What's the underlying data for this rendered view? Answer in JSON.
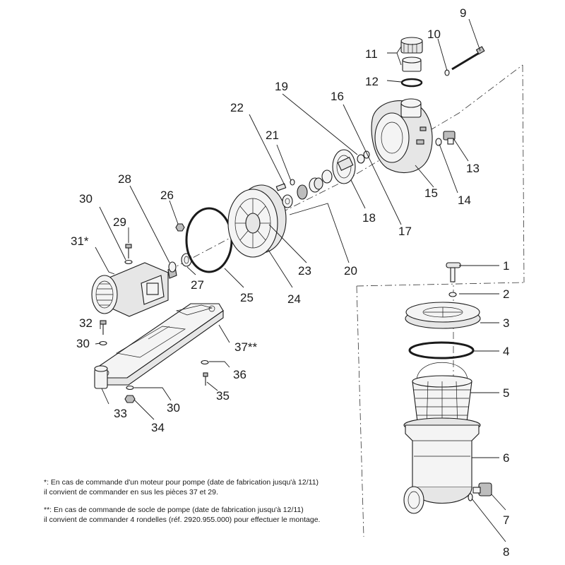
{
  "labels": {
    "n1": "1",
    "n2": "2",
    "n3": "3",
    "n4": "4",
    "n5": "5",
    "n6": "6",
    "n7": "7",
    "n8": "8",
    "n9": "9",
    "n10": "10",
    "n11": "11",
    "n12": "12",
    "n13": "13",
    "n14": "14",
    "n15": "15",
    "n16": "16",
    "n17": "17",
    "n18": "18",
    "n19": "19",
    "n20": "20",
    "n21": "21",
    "n22": "22",
    "n23": "23",
    "n24": "24",
    "n25": "25",
    "n26": "26",
    "n27": "27",
    "n28": "28",
    "n29": "29",
    "n30a": "30",
    "n30b": "30",
    "n30c": "30",
    "n31": "31*",
    "n32": "32",
    "n33": "33",
    "n34": "34",
    "n35": "35",
    "n36": "36",
    "n37": "37**"
  },
  "notes": {
    "note1_line1": "*: En cas de commande d'un moteur pour pompe (date de fabrication jusqu'à 12/11)",
    "note1_line2": "il convient de commander en sus les pièces 37 et 29.",
    "note2_line1": "**: En cas de commande de socle de pompe (date de fabrication jusqu'à 12/11)",
    "note2_line2": "il convient de commander 4 rondelles (réf. 2920.955.000) pour effectuer le montage."
  }
}
